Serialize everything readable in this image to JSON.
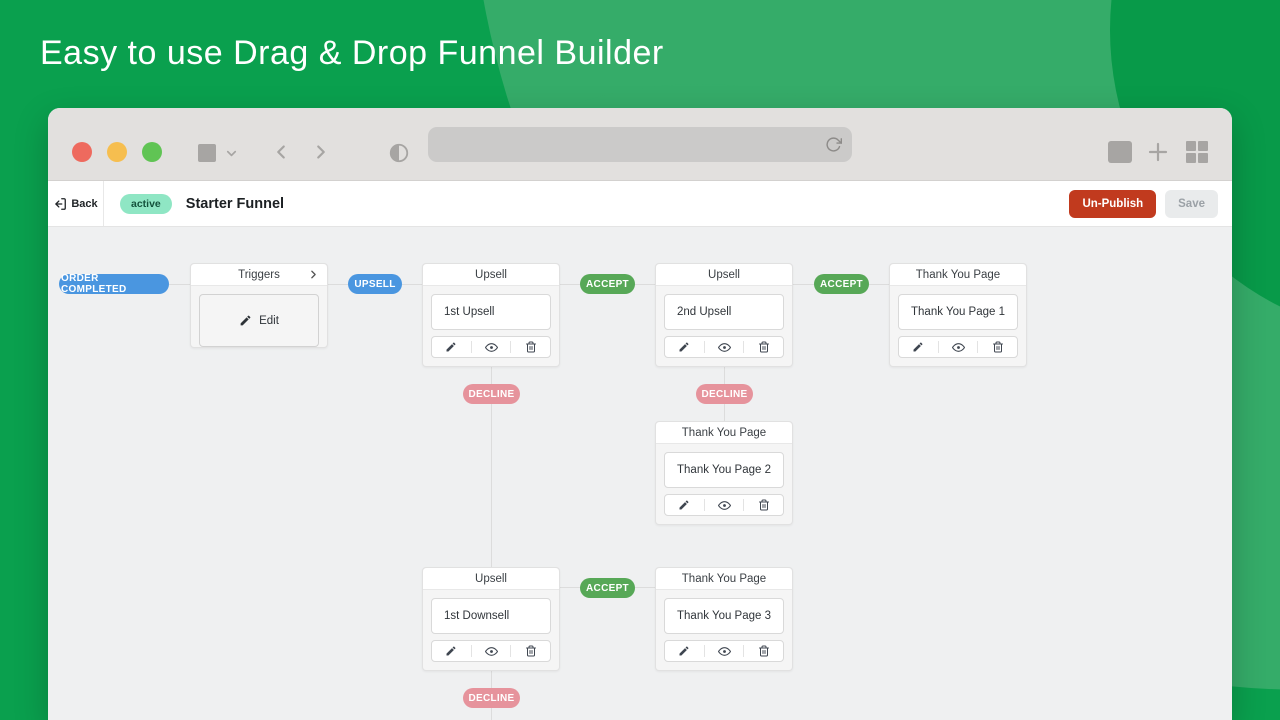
{
  "hero": {
    "title": "Easy to use Drag & Drop Funnel Builder"
  },
  "browser": {
    "url_value": ""
  },
  "toolbar": {
    "back": "Back",
    "status": "active",
    "funnel_title": "Starter Funnel",
    "unpublish": "Un-Publish",
    "save": "Save"
  },
  "funnel": {
    "labels": {
      "order_completed": "ORDER COMPLETED",
      "upsell": "UPSELL",
      "accept": "ACCEPT",
      "decline": "DECLINE"
    },
    "triggers": {
      "header": "Triggers",
      "edit": "Edit"
    },
    "cards": [
      {
        "header": "Upsell",
        "page": "1st Upsell"
      },
      {
        "header": "Upsell",
        "page": "2nd Upsell"
      },
      {
        "header": "Thank You Page",
        "page": "Thank You Page 1"
      },
      {
        "header": "Thank You Page",
        "page": "Thank You Page 2"
      },
      {
        "header": "Upsell",
        "page": "1st Downsell"
      },
      {
        "header": "Thank You Page",
        "page": "Thank You Page 3"
      }
    ]
  },
  "colors": {
    "background_green": "#0aa04e",
    "deco_light_green": "#35ac69",
    "accent_blue": "#4a96e0",
    "accent_green": "#57a857",
    "accent_pink": "#e6939c",
    "active_badge_bg": "#8fe6c4",
    "unpublish_red": "#c13a1e",
    "canvas_gray": "#eff0f1"
  }
}
